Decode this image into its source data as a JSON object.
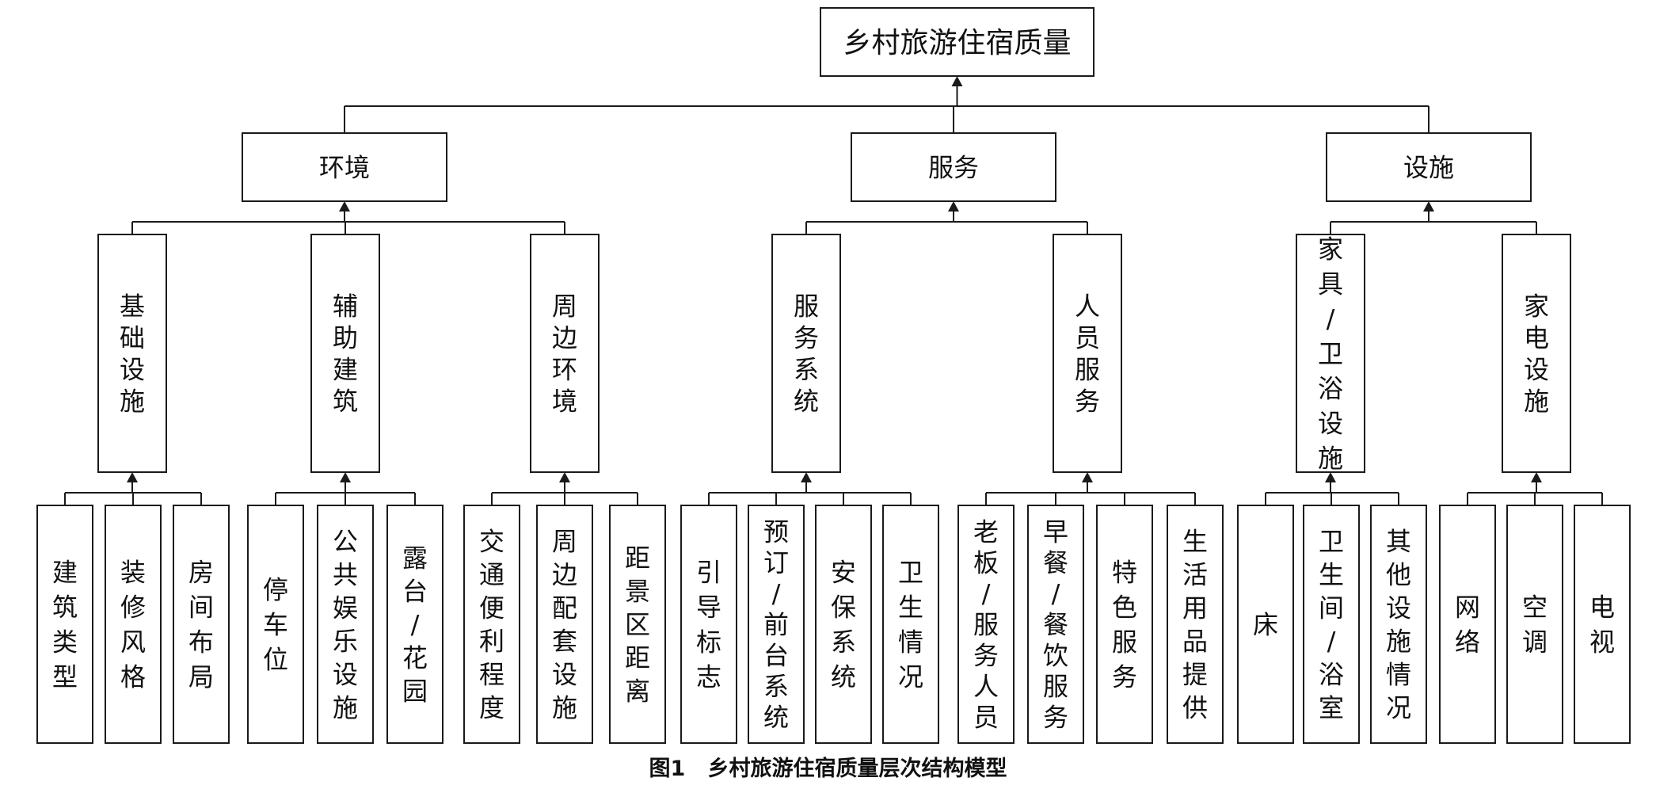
{
  "diagram": {
    "root": "乡村旅游住宿质量",
    "children": [
      {
        "label": "环境",
        "children": [
          {
            "label": "基础设施",
            "children": [
              "建筑类型",
              "装修风格",
              "房间布局"
            ]
          },
          {
            "label": "辅助建筑",
            "children": [
              "停车位",
              "公共娱乐设施",
              "露台/花园"
            ]
          },
          {
            "label": "周边环境",
            "children": [
              "交通便利程度",
              "周边配套设施",
              "距景区距离"
            ]
          }
        ]
      },
      {
        "label": "服务",
        "children": [
          {
            "label": "服务系统",
            "children": [
              "引导标志",
              "预订/前台系统",
              "安保系统",
              "卫生情况"
            ]
          },
          {
            "label": "人员服务",
            "children": [
              "老板/服务人员",
              "早餐/餐饮服务",
              "特色服务",
              "生活用品提供"
            ]
          }
        ]
      },
      {
        "label": "设施",
        "children": [
          {
            "label": "家具/卫浴设施",
            "children": [
              "床",
              "卫生间/浴室",
              "其他设施情况"
            ]
          },
          {
            "label": "家电设施",
            "children": [
              "网络",
              "空调",
              "电视"
            ]
          }
        ]
      }
    ]
  },
  "caption": {
    "figure_no": "图1",
    "title": "乡村旅游住宿质量层次结构模型"
  }
}
